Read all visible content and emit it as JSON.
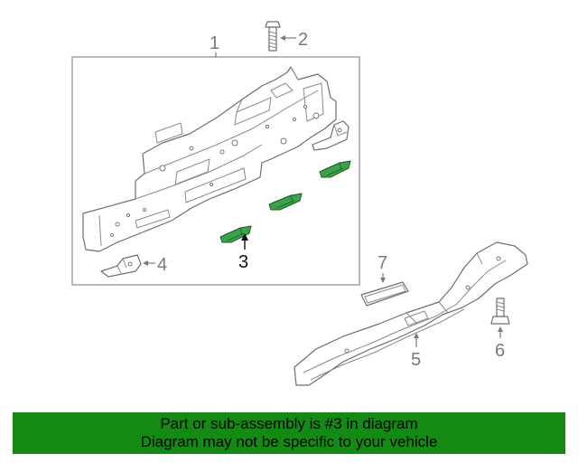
{
  "diagram": {
    "callouts": {
      "c1": "1",
      "c2": "2",
      "c3": "3",
      "c4": "4",
      "c5": "5",
      "c6": "6",
      "c7": "7"
    },
    "colors": {
      "highlight": "#3aa24a",
      "line": "#6e6e6e",
      "banner": "#148a14"
    }
  },
  "banner": {
    "line1": "Part or sub-assembly is #3 in diagram",
    "line2": "Diagram may not be specific to your vehicle"
  }
}
